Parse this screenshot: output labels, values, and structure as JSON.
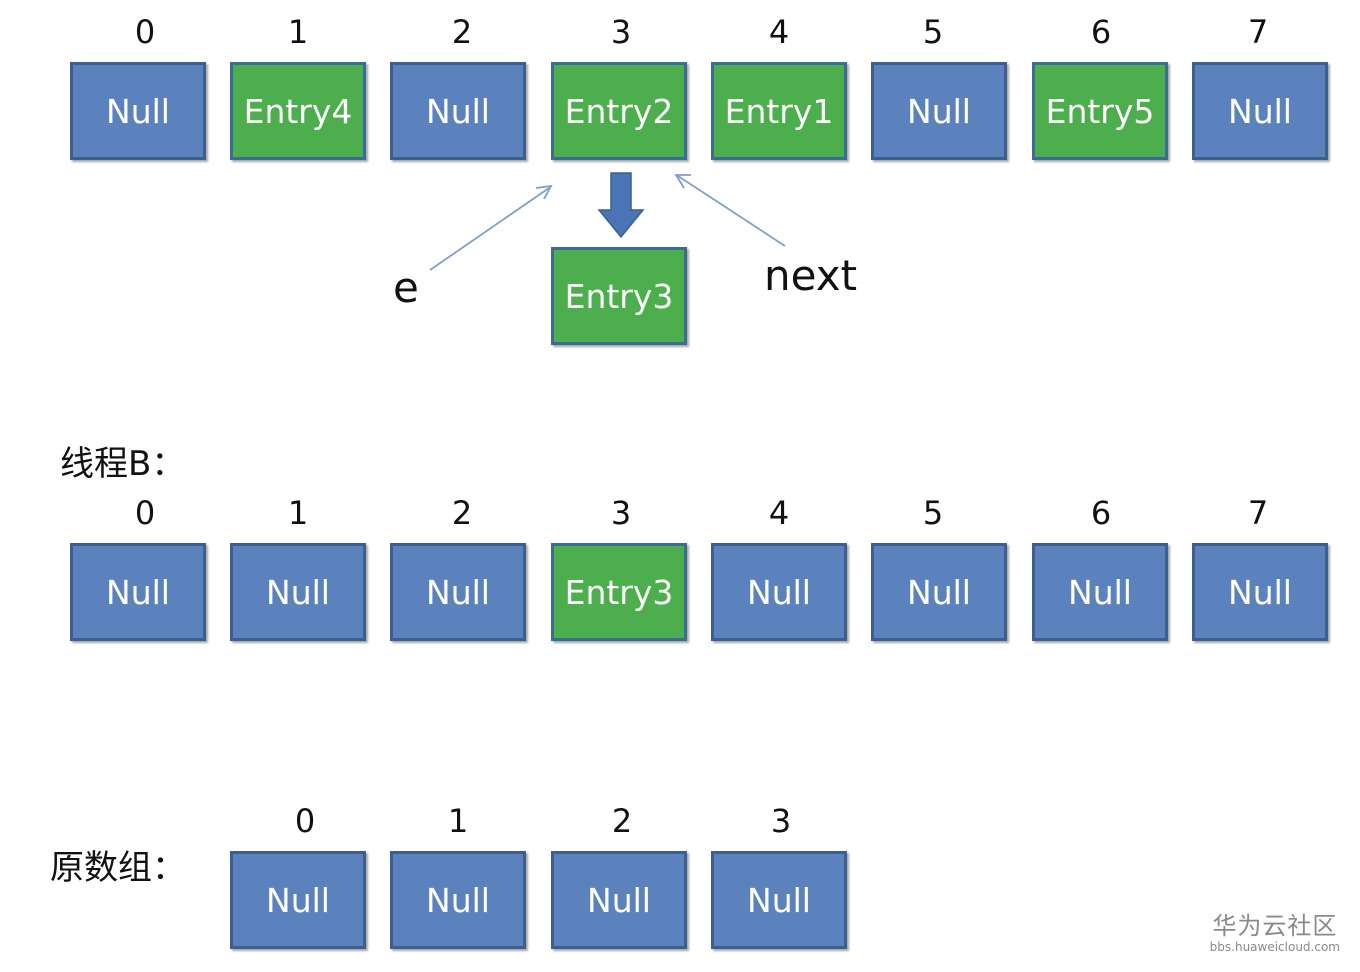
{
  "colors": {
    "null_fill": "#5b82bd",
    "entry_fill": "#4cae4c",
    "cell_border": "#3d5f8f",
    "pointer_line": "#7e9fd0",
    "down_arrow": "#4a74b5"
  },
  "top_array": {
    "indices": [
      "0",
      "1",
      "2",
      "3",
      "4",
      "5",
      "6",
      "7"
    ],
    "cells": [
      "Null",
      "Entry4",
      "Null",
      "Entry2",
      "Entry1",
      "Null",
      "Entry5",
      "Null"
    ]
  },
  "chain": {
    "node": "Entry3",
    "pointer_e": "e",
    "pointer_next": "next"
  },
  "thread_b": {
    "label": "线程B：",
    "indices": [
      "0",
      "1",
      "2",
      "3",
      "4",
      "5",
      "6",
      "7"
    ],
    "cells": [
      "Null",
      "Null",
      "Null",
      "Entry3",
      "Null",
      "Null",
      "Null",
      "Null"
    ]
  },
  "original": {
    "label": "原数组：",
    "indices": [
      "0",
      "1",
      "2",
      "3"
    ],
    "cells": [
      "Null",
      "Null",
      "Null",
      "Null"
    ]
  },
  "watermark": {
    "brand": "华为云社区",
    "url": "bbs.huaweicloud.com"
  }
}
